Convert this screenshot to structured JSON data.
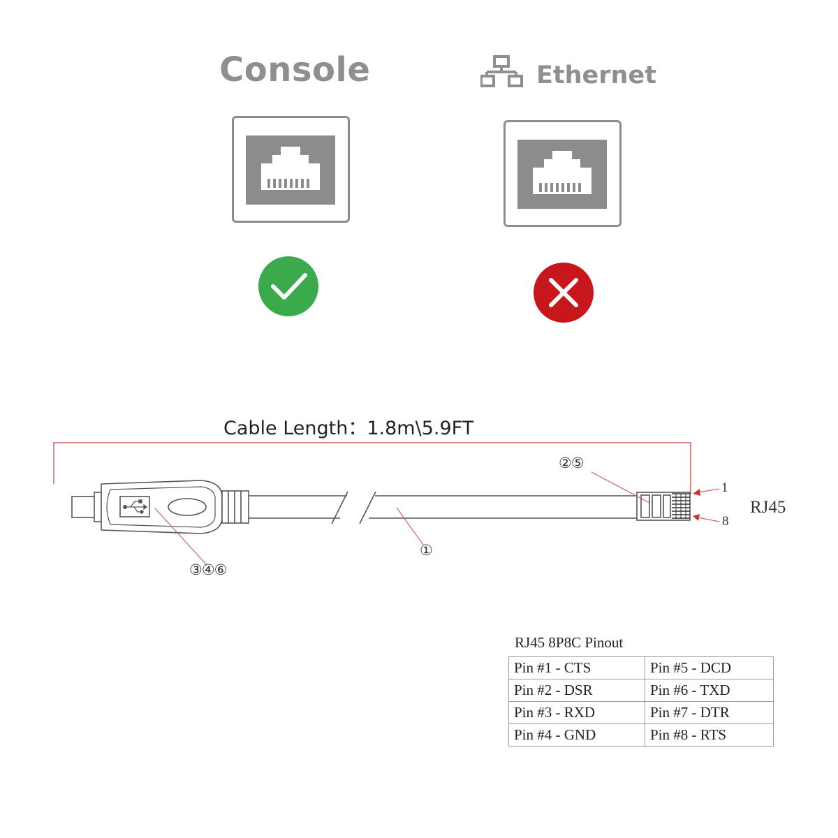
{
  "ports": {
    "console": {
      "title": "Console",
      "status": "supported"
    },
    "ethernet": {
      "title": "Ethernet",
      "status": "not-supported"
    }
  },
  "icons": {
    "console_status": "check-icon",
    "ethernet_status": "cross-icon",
    "ethernet_symbol": "network-icon",
    "port": "rj45-port-icon",
    "usb": "usb-icon"
  },
  "colors": {
    "check": "#3aaa4c",
    "cross": "#c8161d",
    "title_gray": "#8f8f8f",
    "dimension_line": "#cc6666"
  },
  "cable": {
    "length_label": "Cable Length：1.8m\\5.9FT",
    "callouts": {
      "rj45_housing": "②⑤",
      "usb_plug": "③④⑥",
      "cable": "①"
    },
    "pin_first": "1",
    "pin_last": "8",
    "connector_label": "RJ45"
  },
  "pinout": {
    "title": "RJ45 8P8C Pinout",
    "rows": [
      [
        "Pin #1 -  CTS",
        "Pin #5 - DCD"
      ],
      [
        "Pin #2 - DSR",
        "Pin #6 - TXD"
      ],
      [
        "Pin #3 - RXD",
        "Pin #7 - DTR"
      ],
      [
        "Pin #4 - GND",
        "Pin #8 - RTS"
      ]
    ]
  }
}
